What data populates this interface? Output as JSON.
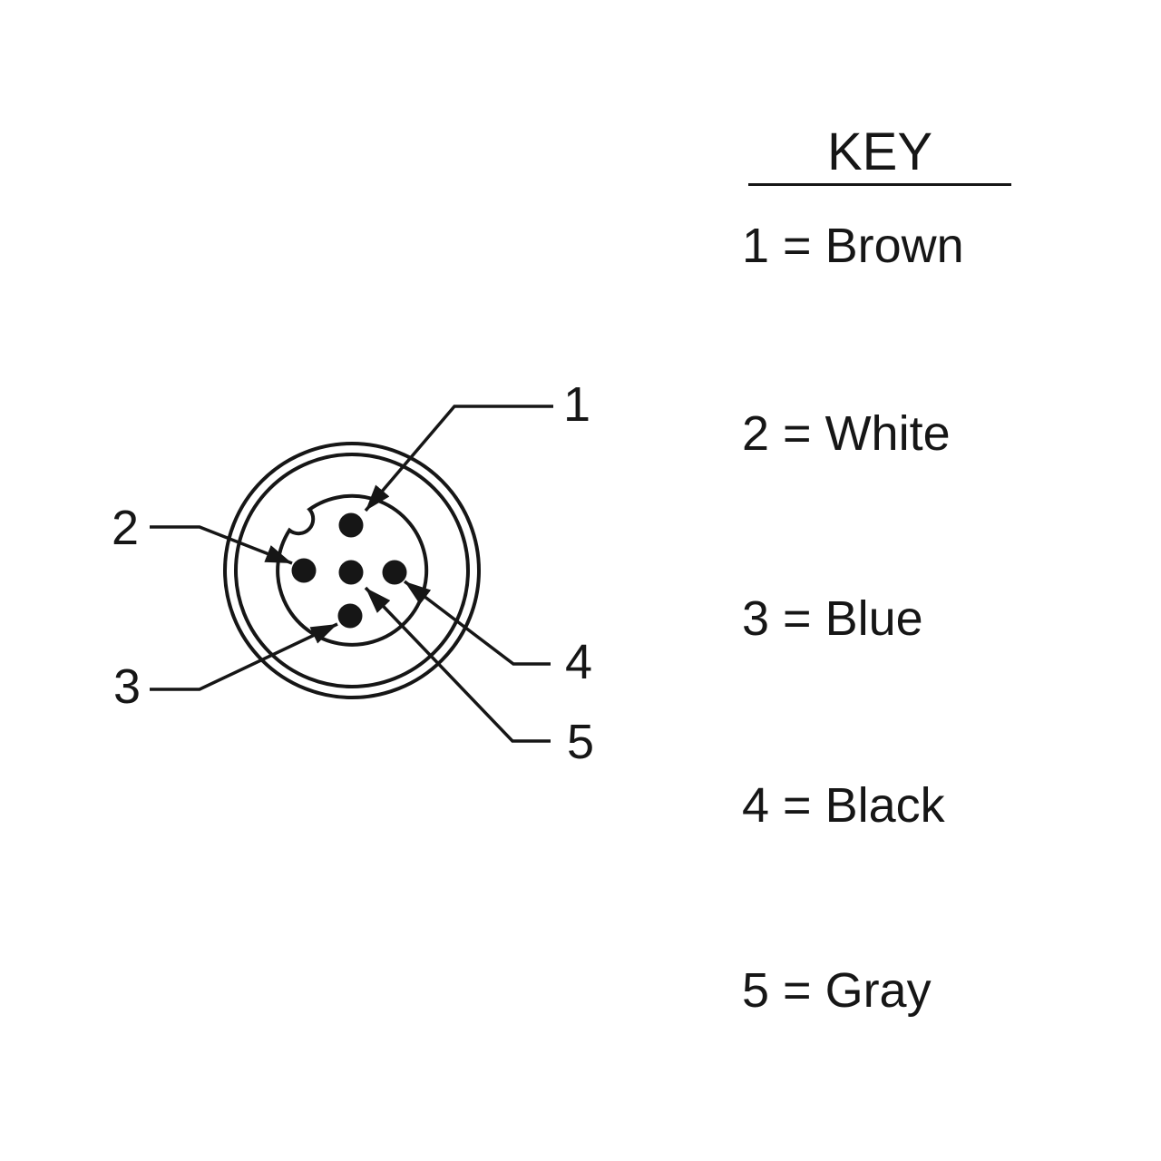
{
  "colors": {
    "ink": "#161616",
    "paper": "#ffffff"
  },
  "connector": {
    "description": "5-pin circular connector face view with keyway notch",
    "pin_labels": {
      "pin1": "1",
      "pin2": "2",
      "pin3": "3",
      "pin4": "4",
      "pin5": "5"
    }
  },
  "key": {
    "title": "KEY",
    "entries": [
      {
        "pin": "1",
        "color": "Brown",
        "text": "1 = Brown"
      },
      {
        "pin": "2",
        "color": "White",
        "text": "2 = White"
      },
      {
        "pin": "3",
        "color": "Blue",
        "text": "3 = Blue"
      },
      {
        "pin": "4",
        "color": "Black",
        "text": "4 = Black"
      },
      {
        "pin": "5",
        "color": "Gray",
        "text": "5 = Gray"
      }
    ]
  }
}
